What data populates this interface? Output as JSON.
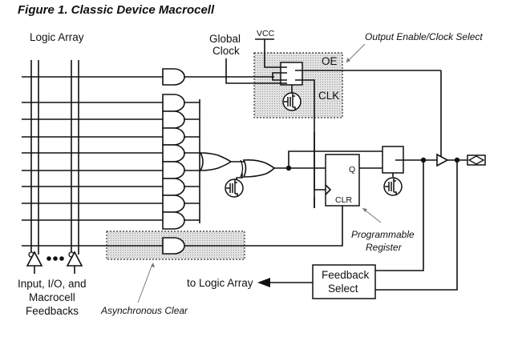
{
  "figure": {
    "title": "Figure 1. Classic Device Macrocell"
  },
  "labels": {
    "logic_array": "Logic Array",
    "global_clock_line1": "Global",
    "global_clock_line2": "Clock",
    "vcc": "VCC",
    "output_enable_clock_select": "Output Enable/Clock Select",
    "oe": "OE",
    "clk": "CLK",
    "q": "Q",
    "clr": "CLR",
    "programmable_register_line1": "Programmable",
    "programmable_register_line2": "Register",
    "feedback_select_line1": "Feedback",
    "feedback_select_line2": "Select",
    "to_logic_array": "to Logic Array",
    "inputs_line1": "Input, I/O, and",
    "inputs_line2": "Macrocell",
    "inputs_line3": "Feedbacks",
    "asynchronous_clear": "Asynchronous Clear"
  },
  "components": {
    "product_term_and_gates": 8,
    "oe_product_term_and_gates": 1,
    "clear_product_term_and_gates": 1,
    "or_gate": 1,
    "xor_gate": 1,
    "programmable_register": 1,
    "output_buffer": 1,
    "io_pad": 1,
    "input_buffers_shown": 2
  },
  "icons": {
    "fuse_cell": "eprom-cell-icon",
    "junction": "junction-dot-icon",
    "arrow_left": "arrow-left-icon",
    "pad": "io-pad-icon"
  }
}
